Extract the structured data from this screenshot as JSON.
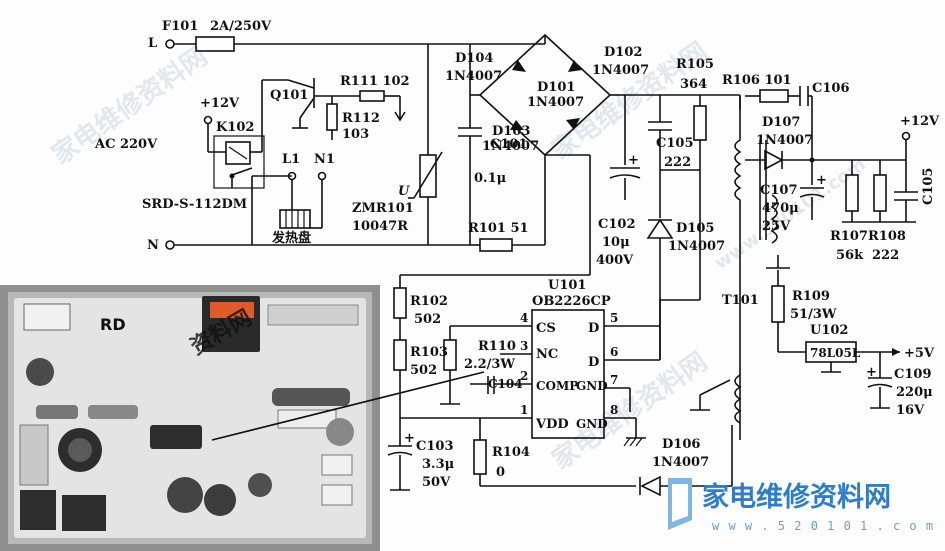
{
  "terminals": {
    "L": "L",
    "N": "N",
    "ac_in": "AC 220V",
    "plus12_relay": "+12V"
  },
  "relay": {
    "ref": "K102",
    "model": "SRD-S-112DM",
    "l1": "L1",
    "n1": "N1",
    "load": "发热盘"
  },
  "fuse": {
    "ref": "F101",
    "value": "2A/250V"
  },
  "transistor": {
    "ref": "Q101",
    "r111": "R111 102",
    "r112": "R112",
    "r112_val": "103"
  },
  "varistor": {
    "ref": "ZMR101",
    "value": "10047R",
    "symbol": "U"
  },
  "bridge": {
    "d104": "D104",
    "d104_val": "1N4007",
    "d102": "D102",
    "d102_val": "1N4007",
    "d101": "D101",
    "d101_val": "1N4007",
    "d103": "D103",
    "d103_val": "1N4007"
  },
  "caps_in": {
    "c101": "C101",
    "c101_val": "0.1μ",
    "r101": "R101 51",
    "c102": "C102",
    "c102_v1": "10μ",
    "c102_v2": "400V"
  },
  "snubber": {
    "r105": "R105",
    "r105_val": "364",
    "c105a": "C105",
    "c105a_val": "222",
    "d105": "D105",
    "d105_val": "1N4007"
  },
  "transformer": {
    "ref": "T101"
  },
  "secondary": {
    "r106": "R106 101",
    "c106": "C106",
    "d107": "D107",
    "d107_val": "1N4007",
    "plus12": "+12V",
    "c107": "C107",
    "c107_v1": "470μ",
    "c107_v2": "25V",
    "r107": "R107",
    "r107_val": "56k",
    "r108": "R108",
    "r108_val": "222",
    "c105b": "C105"
  },
  "regulator": {
    "r109": "R109",
    "r109_val": "51/3W",
    "u102": "U102",
    "part": "78L05L",
    "plus5": "+5V",
    "c109": "C109",
    "c109_v1": "220μ",
    "c109_v2": "16V"
  },
  "controller": {
    "u101": "U101",
    "part": "OB2226CP",
    "pins": {
      "p4": "4",
      "p3": "3",
      "p2": "2",
      "p1": "1",
      "p5": "5",
      "p6": "6",
      "p7": "7",
      "p8": "8"
    },
    "names": {
      "cs": "CS",
      "nc": "NC",
      "comp": "COMP",
      "vdd": "VDD",
      "d1": "D",
      "d2": "D",
      "gnd1": "GND",
      "gnd2": "GND"
    }
  },
  "controller_parts": {
    "r102": "R102",
    "r102_val": "502",
    "r103": "R103",
    "r103_val": "502",
    "r110": "R110",
    "r110_val": "2.2/3W",
    "c104": "C104",
    "c103": "C103",
    "c103_v1": "3.3μ",
    "c103_v2": "50V",
    "r104": "R104",
    "r104_val": "0",
    "d106": "D106",
    "d106_val": "1N4007"
  },
  "photo": {
    "brand": "RD",
    "watermark": "资料网"
  },
  "watermark": {
    "text": "家电维修资料网",
    "url": "www.520101.com"
  },
  "logo": {
    "cn": "家电维修资料网",
    "url": "w w w . 5 2 0 1 0 1 . c o m"
  }
}
